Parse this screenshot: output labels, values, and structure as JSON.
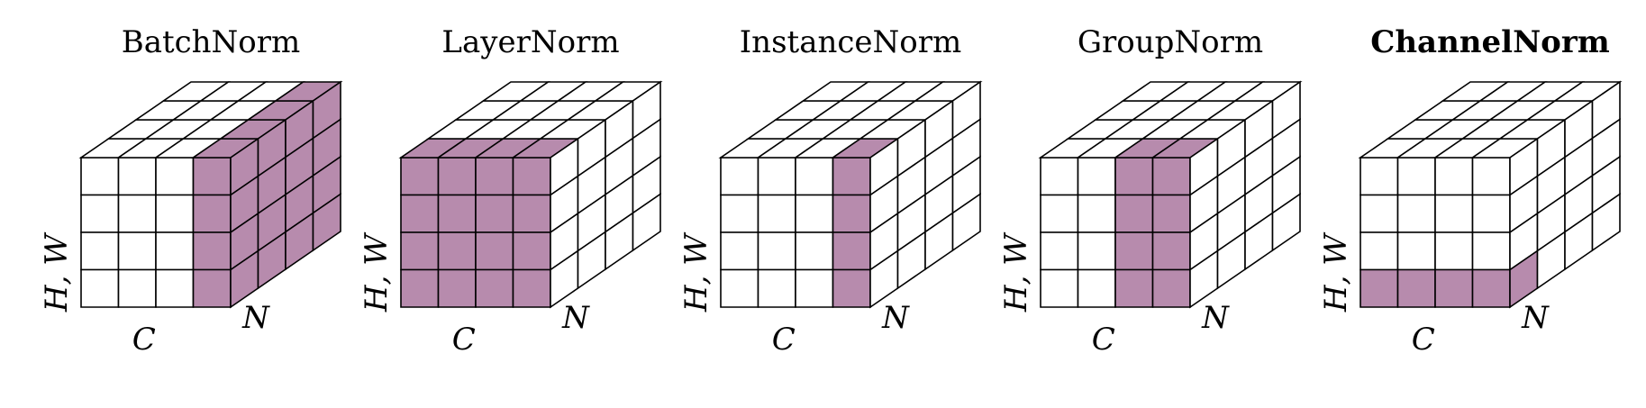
{
  "colors": {
    "highlight": "#B78BAD",
    "empty": "#FFFFFF",
    "line": "#000000"
  },
  "grid": {
    "channels": 4,
    "spatial": 4,
    "batch": 4
  },
  "axis_labels": {
    "spatial": "H, W",
    "channel": "C",
    "batch": "N"
  },
  "panels": [
    {
      "title": "BatchNorm",
      "bold": false,
      "highlight": {
        "front": "col:3",
        "side": "all",
        "top": "col:3"
      }
    },
    {
      "title": "LayerNorm",
      "bold": false,
      "highlight": {
        "front": "all",
        "side": "none",
        "top": "depth:0"
      }
    },
    {
      "title": "InstanceNorm",
      "bold": false,
      "highlight": {
        "front": "col:3",
        "side": "none",
        "top": "col:3,depth:0"
      }
    },
    {
      "title": "GroupNorm",
      "bold": false,
      "highlight": {
        "front": "col:2-3",
        "side": "none",
        "top": "col:2-3,depth:0"
      }
    },
    {
      "title": "ChannelNorm",
      "bold": true,
      "highlight": {
        "front": "row:3",
        "side": "row:3,depth:0",
        "top": "none"
      }
    }
  ]
}
